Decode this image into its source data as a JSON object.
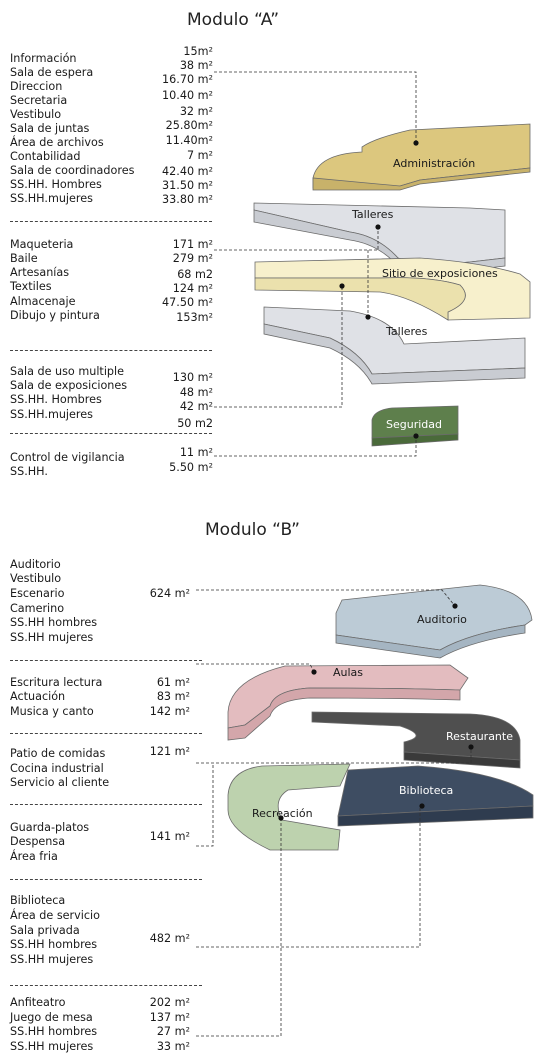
{
  "modulo_a": {
    "title": "Modulo “A”",
    "groups": [
      {
        "items": [
          "Información",
          "Sala de espera",
          "Direccion",
          "Secretaria",
          "Vestibulo",
          "Sala de juntas",
          "Área de archivos",
          "Contabilidad",
          "Sala de coordinadores",
          "SS.HH. Hombres",
          "SS.HH.mujeres"
        ],
        "areas": [
          "15m²",
          "38 m²",
          "16.70 m²",
          "10.40 m²",
          "32 m²",
          "25.80m²",
          "11.40m²",
          "7 m²",
          "42.40 m²",
          "31.50 m²",
          "33.80 m²"
        ]
      },
      {
        "items": [
          "Maqueteria",
          "Baile",
          "Artesanías",
          "Textiles",
          "Almacenaje",
          "Dibujo y pintura"
        ],
        "areas": [
          "171 m²",
          "279 m²",
          "68 m2",
          "124 m²",
          "47.50 m²",
          "153m²"
        ]
      },
      {
        "items": [
          "Sala de uso multiple",
          "Sala de exposiciones",
          "SS.HH. Hombres",
          "SS.HH.mujeres"
        ],
        "areas": [
          "130 m²",
          "48 m²",
          "42 m²",
          "50 m2"
        ]
      },
      {
        "items": [
          "Control de vigilancia",
          "SS.HH."
        ],
        "areas": [
          "11 m²",
          "5.50 m²"
        ]
      }
    ],
    "labels": {
      "administracion": "Administración",
      "talleres_top": "Talleres",
      "sitio": "Sitio de exposiciones",
      "talleres_bottom": "Talleres",
      "seguridad": "Seguridad"
    }
  },
  "modulo_b": {
    "title": "Modulo “B”",
    "groups": [
      {
        "items": [
          "Auditorio",
          "Vestibulo",
          "Escenario",
          "Camerino",
          "SS.HH hombres",
          "SS.HH mujeres"
        ],
        "areas": [
          "624 m²"
        ]
      },
      {
        "items": [
          "Escritura lectura",
          "Actuación",
          "Musica y canto"
        ],
        "areas": [
          "61 m²",
          "83 m²",
          "142 m²"
        ]
      },
      {
        "items": [
          "Patio de comidas",
          "Cocina industrial",
          "Servicio al cliente"
        ],
        "areas": [
          "121 m²"
        ]
      },
      {
        "items": [
          "Guarda-platos",
          "Despensa",
          "Área fria"
        ],
        "areas": [
          "141 m²"
        ]
      },
      {
        "items": [
          "Biblioteca",
          "Área de servicio",
          "Sala privada",
          "SS.HH hombres",
          "SS.HH mujeres"
        ],
        "areas": [
          "482 m²"
        ]
      },
      {
        "items": [
          "Anfiteatro",
          "Juego de mesa",
          "SS.HH hombres",
          "SS.HH mujeres"
        ],
        "areas": [
          "202 m²",
          "137 m²",
          "27 m²",
          "33 m²"
        ]
      }
    ],
    "labels": {
      "auditorio": "Auditorio",
      "aulas": "Aulas",
      "restaurante": "Restaurante",
      "biblioteca": "Biblioteca",
      "recreacion": "Recreación"
    }
  },
  "colors": {
    "administracion": "#dcc77e",
    "talleres": "#dfe1e6",
    "sitio": "#f7f0cc",
    "seguridad": "#5e7f4c",
    "auditorio": "#bccbd6",
    "aulas": "#e3bcbf",
    "restaurante": "#4f4f4f",
    "biblioteca": "#3e4d62",
    "recreacion": "#bdd2ae"
  }
}
